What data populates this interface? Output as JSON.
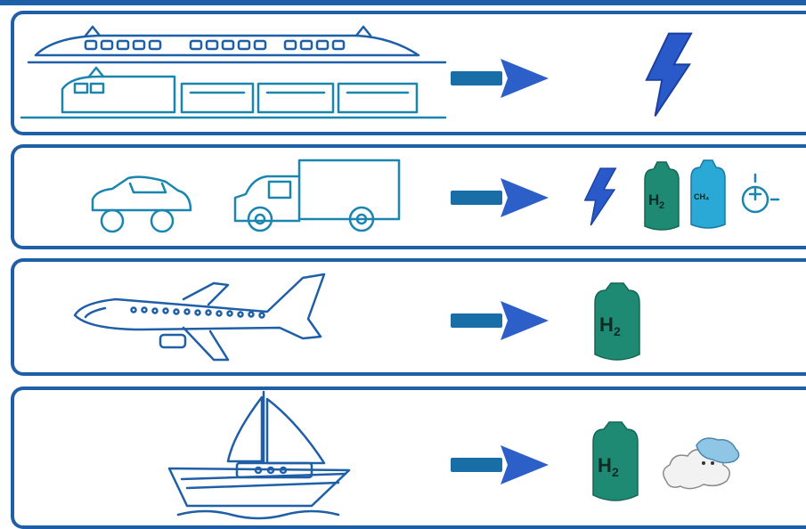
{
  "colors": {
    "border": "#1f5fa8",
    "arrow": "#2c5fc8",
    "vehicle_line": "#1a86b0",
    "h2_tank": "#1f8a74",
    "ch4_tank": "#2aa8d6",
    "bolt": "#2a59c9"
  },
  "rows": [
    {
      "vehicles": [
        "train-icon",
        "freight-train-icon"
      ],
      "fuels": [
        "electricity-bolt-icon"
      ]
    },
    {
      "vehicles": [
        "car-icon",
        "truck-icon"
      ],
      "fuels": [
        "electricity-bolt-icon",
        "h2-tank-icon",
        "ch4-tank-icon",
        "fuel-gauge-icon"
      ]
    },
    {
      "vehicles": [
        "airplane-icon"
      ],
      "fuels": [
        "h2-tank-icon"
      ]
    },
    {
      "vehicles": [
        "sailboat-icon"
      ],
      "fuels": [
        "h2-tank-icon",
        "cloud-icon"
      ]
    }
  ],
  "labels": {
    "h2_main": "H",
    "h2_sub": "2",
    "ch4": "CH₄"
  }
}
